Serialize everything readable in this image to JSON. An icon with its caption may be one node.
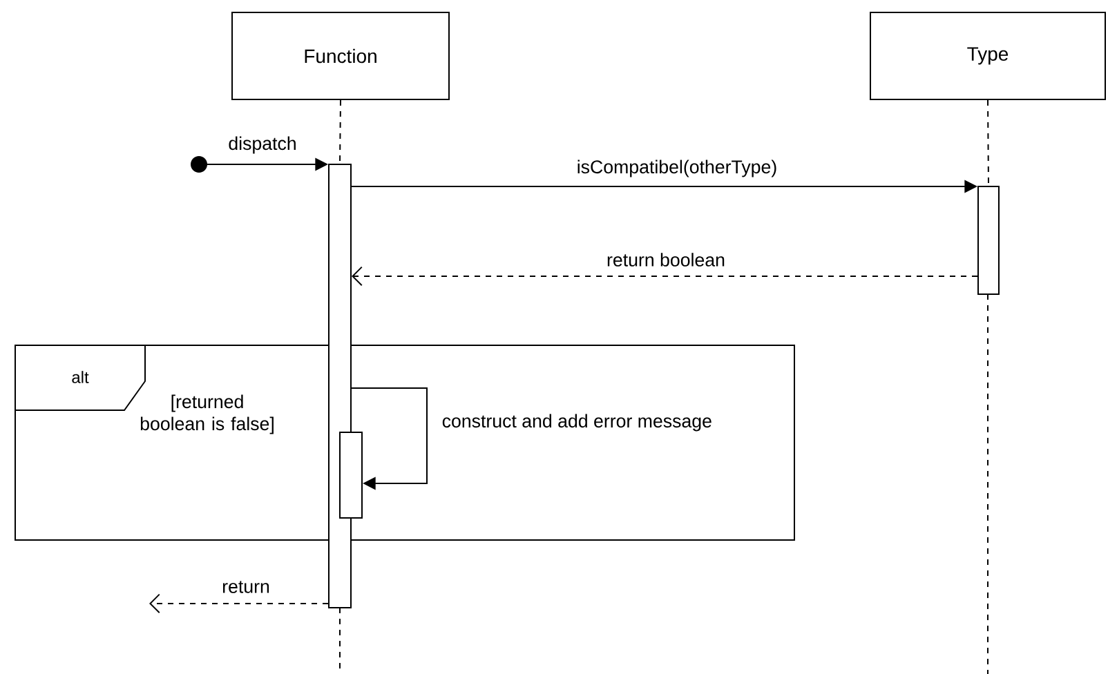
{
  "diagram": {
    "nodes": [
      {
        "text": [
          "Function"
        ]
      },
      {
        "text": [
          "Type"
        ]
      },
      {
        "text": [],
        "shape": "circle"
      },
      {
        "text": [],
        "shape": "bar"
      },
      {
        "text": [],
        "shape": "bar"
      },
      {
        "text": [
          "alt",
          "[returned boolean is false]"
        ]
      },
      {
        "text": [],
        "shape": "bar",
        "in": 5
      }
    ],
    "edges": [
      {
        "from": 0,
        "to": 3,
        "arrow": "none",
        "style": "dashed"
      },
      {
        "from": 1,
        "to": 4,
        "arrow": "none",
        "style": "dashed"
      },
      {
        "from": 2,
        "to": 3,
        "arrow": "to",
        "label": "dispatch"
      },
      {
        "from": 3,
        "to": 4,
        "arrow": "to",
        "label": "isCompatibel(otherType)"
      },
      {
        "from": 4,
        "to": 3,
        "arrow": "to",
        "style": "dashed",
        "label": "return boolean"
      },
      {
        "from": 3,
        "to": 6,
        "arrow": "to",
        "label": "construct and add error message"
      },
      {
        "from": 3,
        "to": null,
        "arrow": "to",
        "style": "dashed",
        "label": "return"
      }
    ]
  }
}
